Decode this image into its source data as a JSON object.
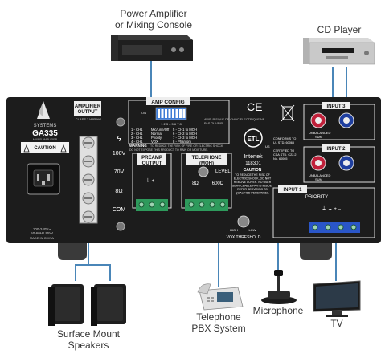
{
  "labels": {
    "power_amplifier": "Power Amplifier\nor Mixing Console",
    "cd_player": "CD Player",
    "surface_speakers": "Surface Mount\nSpeakers",
    "telephone": "Telephone\nPBX System",
    "microphone": "Microphone",
    "tv": "TV"
  },
  "panel": {
    "brand": "SYSTEMS",
    "model": "GA335",
    "model_sub": "MIXER AMPLIFIER",
    "caution": "CAUTION",
    "amp_output_title": "AMPLIFIER\nOUTPUT",
    "class2": "CLASS 2 WIRING",
    "terminals": [
      "100V",
      "70V",
      "8Ω",
      "COM"
    ],
    "amp_config_title": "AMP CONFIG",
    "dip_on": "ON",
    "dip_numbers": "1 2 3 4 5 6 7 8",
    "config_rows": [
      [
        "1 - CH1",
        "Mic/Line/Off",
        "5 - CH1 to MOH"
      ],
      [
        "2 - CH1",
        "Normal",
        "6 - CH2 to MOH"
      ],
      [
        "3 - CH1",
        "Priority",
        "7 - CH3 to MOH"
      ],
      [
        "4 - CH1",
        "VOX",
        "8 - Phantom"
      ]
    ],
    "french_warning": "AVIS: RISQUE DE CHOC ELECTRIQUE NE PAS OUVRIR.",
    "warning": "WARNING",
    "warning_text": "TO REDUCE THE RISK OF FIRE OR ELECTRIC SHOCK, DO NOT EXPOSE THIS PRODUCT TO RAIN OR MOISTURE.",
    "preamp_title": "PREAMP\nOUTPUT",
    "telephone_title": "TELEPHONE\n(MOH)",
    "level": "LEVEL",
    "ohm8": "8Ω",
    "ohm600": "600Ω",
    "plus_minus": "+   –",
    "conforms": "CONFORMS TO\nUL STD. 60065",
    "certified": "CERTIFIED TO\nCSA STD. C22.2\nNo. 60065",
    "intertek": "Intertek",
    "intertek_num": "118301",
    "caution2": "CAUTION",
    "caution2_text": "TO REDUCE THE RISK OF\nELECTRIC SHOCK, DO NOT\nREMOVE COVER. NO USER\nSERVICEABLE PARTS INSIDE.\nREFER SERVICING TO\nQUALIFIED PERSONNEL.",
    "vox_hi": "HIGH",
    "vox_low": "LOW",
    "vox_threshold": "VOX THRESHOLD",
    "input3": "INPUT 3",
    "input2": "INPUT 2",
    "input1": "INPUT 1",
    "unbalanced_sum": "UNBALANCED\nSUM",
    "priority": "PRIORITY",
    "power_rating": "100-240V~\n50-60Hz 95W",
    "made_in": "MADE IN CHINA",
    "ce": "CE",
    "etl": "ETL",
    "us": "US"
  },
  "colors": {
    "panel": "#1a1a1a",
    "cable": "#4a86b8",
    "terminal_green": "#2e9a5c",
    "input_blue": "#2a56c8",
    "rca_red": "#c0203a",
    "rca_blue": "#1f3f9f"
  }
}
